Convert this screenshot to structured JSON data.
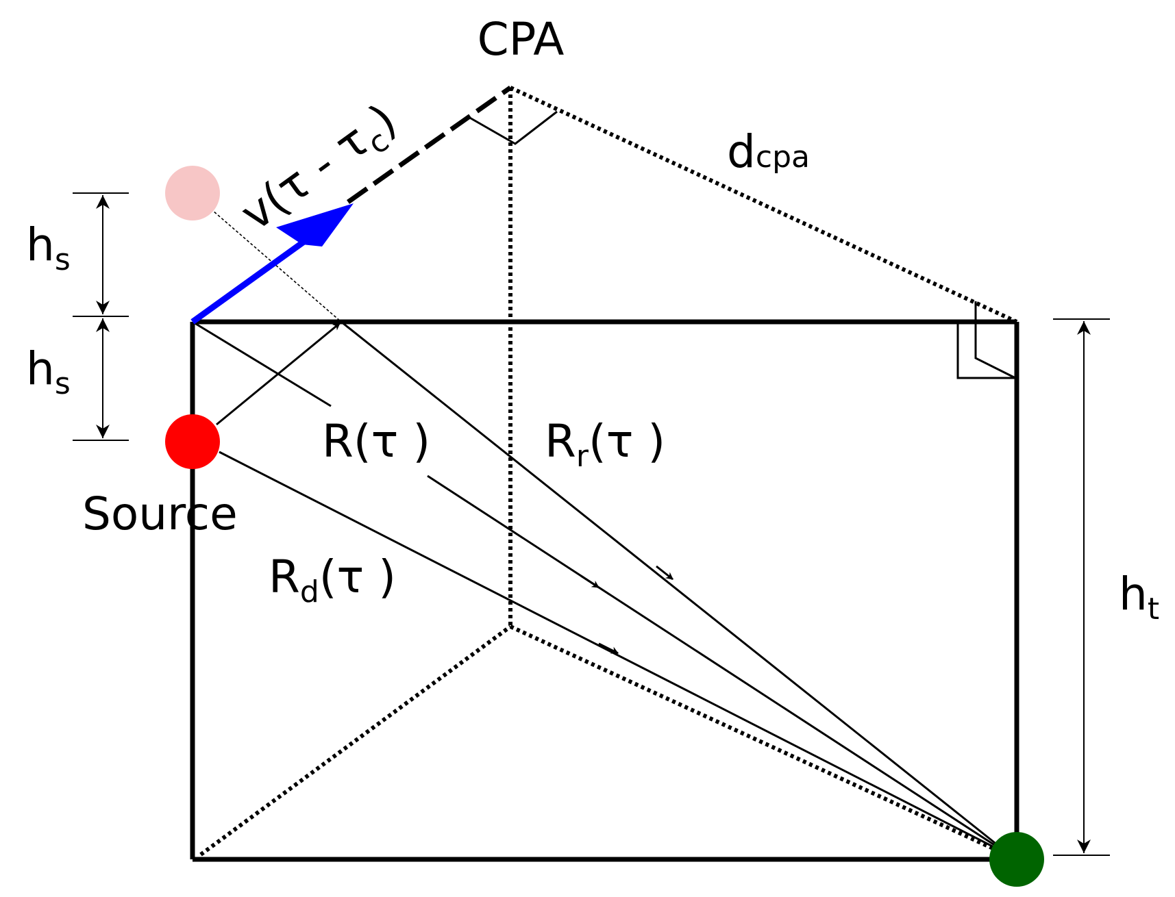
{
  "labels": {
    "cpa": "CPA",
    "source": "Source",
    "velocity_term": {
      "main": "v(τ - τ",
      "sub": "c",
      "close": ")"
    },
    "d_cpa": {
      "main": "d",
      "sub": "cpa"
    },
    "h_s_upper": {
      "main": "h",
      "sub": "s"
    },
    "h_s_lower": {
      "main": "h",
      "sub": "s"
    },
    "h_t": {
      "main": "h",
      "sub": "t"
    },
    "direct_path": {
      "main": "R",
      "sub": "d",
      "args": "(τ )"
    },
    "reflected_path": {
      "main": "R",
      "sub": "r",
      "args": "(τ )"
    },
    "range": {
      "main": "R",
      "args": "(τ )"
    }
  },
  "colors": {
    "source": "#ff0000",
    "image_source": "#f7c6c6",
    "receiver": "#006400",
    "velocity_vector": "#0000ff",
    "lines": "#000000"
  }
}
